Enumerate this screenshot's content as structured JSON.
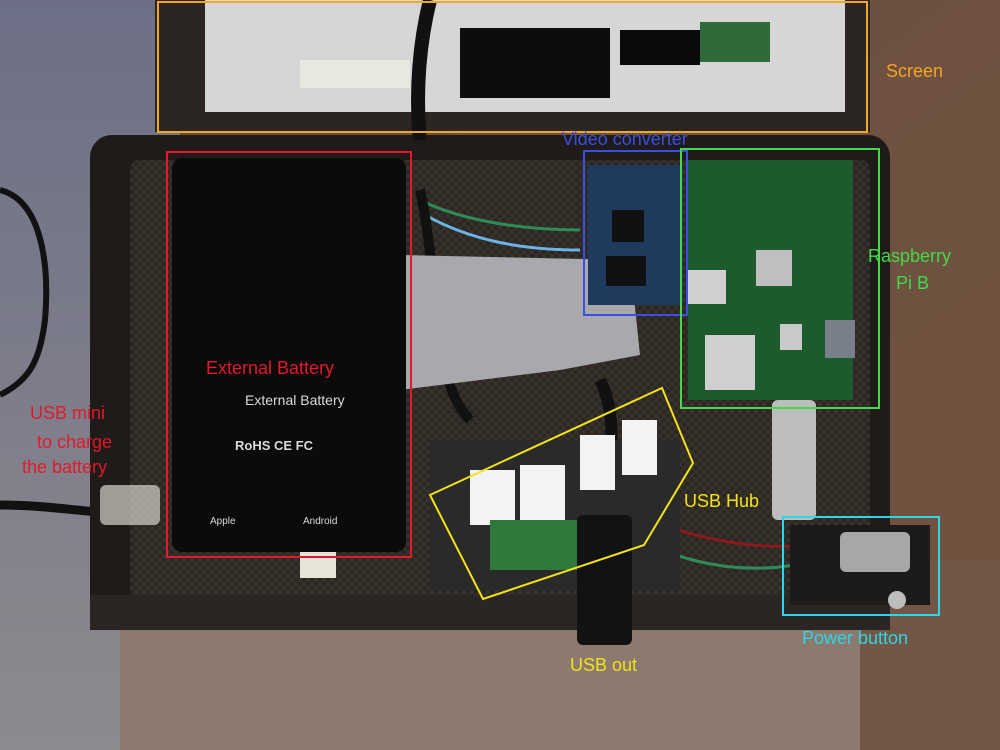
{
  "colors": {
    "screen": "#f5a623",
    "video_converter": "#3a4fe0",
    "raspberry_pi": "#45d84a",
    "battery": "#e3192b",
    "usb_mini": "#e3192b",
    "usb_hub": "#f2e21a",
    "usb_out": "#f2e21a",
    "power_button": "#2fd6e8"
  },
  "labels": {
    "screen": "Screen",
    "video_converter": "Video converter",
    "raspberry_pi_line1": "Raspberry",
    "raspberry_pi_line2": "Pi B",
    "external_battery": "External Battery",
    "usb_mini_line1": "USB mini",
    "usb_mini_line2": "to charge",
    "usb_mini_line3": "the battery",
    "usb_hub": "USB Hub",
    "usb_out": "USB out",
    "power_button": "Power button"
  },
  "battery_print": {
    "title": "External Battery",
    "rohs": "RoHS CE FC",
    "left": "Apple",
    "right": "Android"
  }
}
